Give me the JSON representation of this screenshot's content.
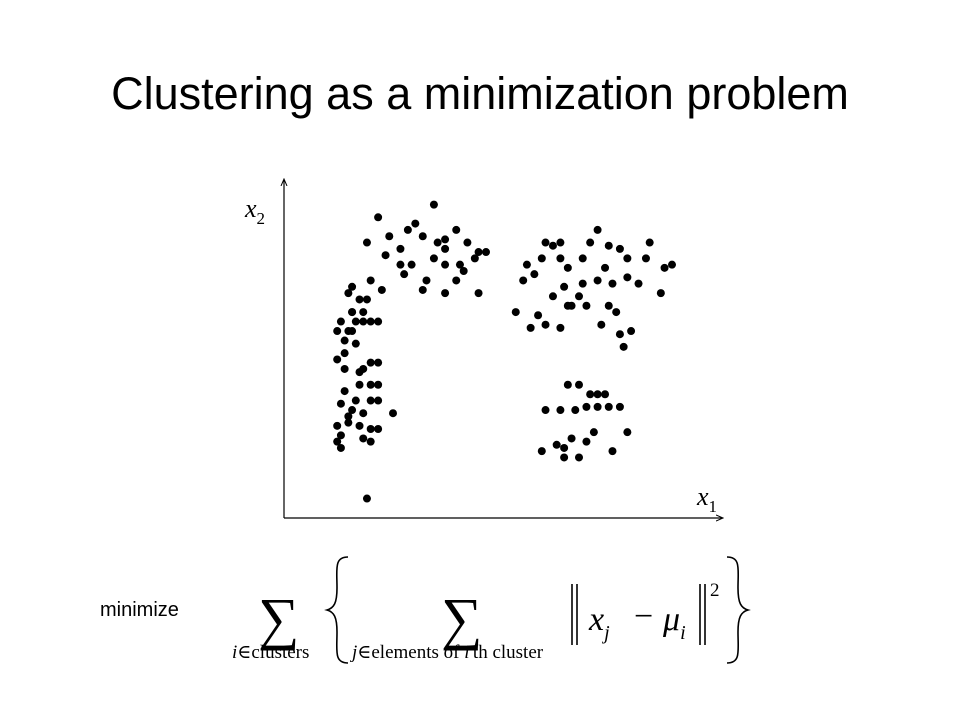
{
  "slide": {
    "title": "Clustering as a minimization problem",
    "minimize_label": "minimize"
  },
  "formula": {
    "outer_sum_symbol": "∑",
    "outer_index": "i",
    "outer_in": "∈",
    "outer_set": "clusters",
    "inner_sum_symbol": "∑",
    "inner_index": "j",
    "inner_in": "∈",
    "inner_set_pre": "elements of ",
    "inner_set_var": "i",
    "inner_set_post": "'th cluster",
    "x_var": "x",
    "x_sub": "j",
    "minus": "−",
    "mu_var": "μ",
    "mu_sub": "i",
    "exponent": "2"
  },
  "chart_data": {
    "type": "scatter",
    "xlabel_var": "x",
    "xlabel_sub": "1",
    "ylabel_var": "x",
    "ylabel_sub": "2",
    "xlim": [
      0,
      100
    ],
    "ylim": [
      0,
      100
    ],
    "grid": false,
    "points": [
      [
        15,
        52
      ],
      [
        13,
        56
      ],
      [
        15,
        59
      ],
      [
        14,
        62
      ],
      [
        17,
        59
      ],
      [
        17,
        62
      ],
      [
        19,
        59
      ],
      [
        21,
        59
      ],
      [
        11,
        59
      ],
      [
        10,
        56
      ],
      [
        12,
        49
      ],
      [
        10,
        47
      ],
      [
        12,
        44
      ],
      [
        17,
        44
      ],
      [
        16,
        43
      ],
      [
        19,
        46
      ],
      [
        21,
        46
      ],
      [
        21,
        39
      ],
      [
        19,
        39
      ],
      [
        16,
        39
      ],
      [
        12,
        37
      ],
      [
        11,
        33
      ],
      [
        15,
        34
      ],
      [
        14,
        31
      ],
      [
        17,
        30
      ],
      [
        19,
        34
      ],
      [
        21,
        34
      ],
      [
        25,
        30
      ],
      [
        13,
        29
      ],
      [
        10,
        26
      ],
      [
        13,
        27
      ],
      [
        16,
        26
      ],
      [
        19,
        25
      ],
      [
        21,
        25
      ],
      [
        11,
        23
      ],
      [
        10,
        21
      ],
      [
        17,
        22
      ],
      [
        19,
        21
      ],
      [
        11,
        19
      ],
      [
        18,
        3
      ],
      [
        14,
        62
      ],
      [
        13,
        68
      ],
      [
        14,
        70
      ],
      [
        16,
        66
      ],
      [
        18,
        66
      ],
      [
        14,
        56
      ],
      [
        12,
        53
      ],
      [
        18,
        84
      ],
      [
        21,
        92
      ],
      [
        23,
        80
      ],
      [
        24,
        86
      ],
      [
        19,
        72
      ],
      [
        22,
        69
      ],
      [
        27,
        77
      ],
      [
        28,
        74
      ],
      [
        30,
        77
      ],
      [
        27,
        82
      ],
      [
        31,
        90
      ],
      [
        33,
        86
      ],
      [
        37,
        84
      ],
      [
        36,
        79
      ],
      [
        34,
        72
      ],
      [
        39,
        77
      ],
      [
        39,
        82
      ],
      [
        42,
        88
      ],
      [
        45,
        84
      ],
      [
        48,
        81
      ],
      [
        44,
        75
      ],
      [
        47,
        79
      ],
      [
        50,
        81
      ],
      [
        42,
        72
      ],
      [
        43,
        77
      ],
      [
        39,
        68
      ],
      [
        33,
        69
      ],
      [
        36,
        96
      ],
      [
        29,
        88
      ],
      [
        39,
        85
      ],
      [
        48,
        68
      ],
      [
        61,
        77
      ],
      [
        65,
        79
      ],
      [
        70,
        79
      ],
      [
        68,
        83
      ],
      [
        63,
        74
      ],
      [
        60,
        72
      ],
      [
        66,
        84
      ],
      [
        70,
        84
      ],
      [
        72,
        76
      ],
      [
        71,
        70
      ],
      [
        76,
        79
      ],
      [
        78,
        84
      ],
      [
        76,
        71
      ],
      [
        82,
        76
      ],
      [
        83,
        83
      ],
      [
        86,
        82
      ],
      [
        88,
        79
      ],
      [
        80,
        72
      ],
      [
        84,
        71
      ],
      [
        88,
        73
      ],
      [
        93,
        79
      ],
      [
        94,
        84
      ],
      [
        91,
        71
      ],
      [
        97,
        68
      ],
      [
        98,
        76
      ],
      [
        80,
        88
      ],
      [
        73,
        64
      ],
      [
        77,
        64
      ],
      [
        64,
        61
      ],
      [
        58,
        62
      ],
      [
        62,
        57
      ],
      [
        66,
        58
      ],
      [
        70,
        57
      ],
      [
        72,
        64
      ],
      [
        68,
        67
      ],
      [
        83,
        64
      ],
      [
        85,
        62
      ],
      [
        81,
        58
      ],
      [
        86,
        55
      ],
      [
        87,
        51
      ],
      [
        89,
        56
      ],
      [
        75,
        67
      ],
      [
        100,
        77
      ],
      [
        72,
        39
      ],
      [
        75,
        39
      ],
      [
        78,
        36
      ],
      [
        80,
        36
      ],
      [
        82,
        36
      ],
      [
        70,
        31
      ],
      [
        66,
        31
      ],
      [
        74,
        31
      ],
      [
        77,
        32
      ],
      [
        80,
        32
      ],
      [
        83,
        32
      ],
      [
        86,
        32
      ],
      [
        88,
        24
      ],
      [
        84,
        18
      ],
      [
        79,
        24
      ],
      [
        73,
        22
      ],
      [
        71,
        19
      ],
      [
        65,
        18
      ],
      [
        69,
        20
      ],
      [
        71,
        16
      ],
      [
        75,
        16
      ],
      [
        77,
        21
      ]
    ]
  }
}
